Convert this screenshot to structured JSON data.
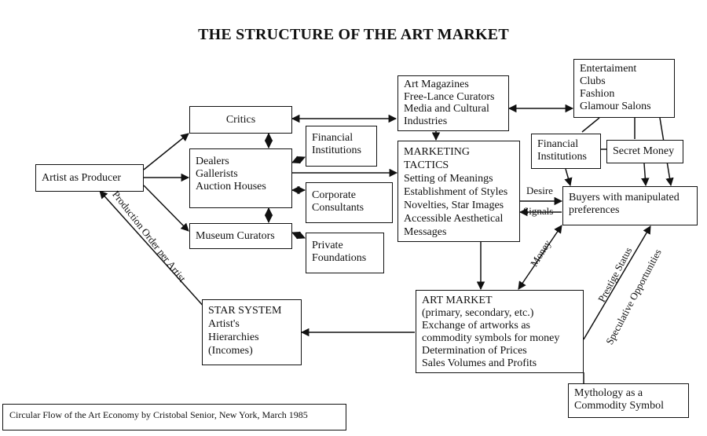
{
  "title": "THE STRUCTURE OF THE ART MARKET",
  "nodes": {
    "artist": [
      "Artist as Producer"
    ],
    "critics": [
      "Critics"
    ],
    "dealers": [
      "Dealers",
      "Gallerists",
      "Auction Houses"
    ],
    "museum": [
      "Museum Curators"
    ],
    "financial_left": [
      "Financial",
      "Institutions"
    ],
    "corporate": [
      "Corporate",
      "Consultants"
    ],
    "private": [
      "Private",
      "Foundations"
    ],
    "magazines": [
      "Art Magazines",
      "Free-Lance Curators",
      "Media and Cultural",
      "Industries"
    ],
    "entertainment": [
      "Entertaiment",
      "Clubs",
      "Fashion",
      "Glamour Salons"
    ],
    "marketing": [
      "MARKETING",
      "TACTICS",
      "Setting of Meanings",
      "Establishment of Styles",
      "Novelties, Star Images",
      "Accessible Aesthetical",
      "Messages"
    ],
    "financial_right": [
      "Financial",
      "Institutions"
    ],
    "secret": [
      "Secret Money"
    ],
    "buyers": [
      "Buyers with manipulated",
      "preferences"
    ],
    "art_market": [
      "ART MARKET",
      "(primary, secondary, etc.)",
      "Exchange of artworks as",
      "commodity symbols for money",
      "Determination of Prices",
      "Sales Volumes and Profits"
    ],
    "star": [
      "STAR SYSTEM",
      "Artist's",
      "Hierarchies",
      "(Incomes)"
    ],
    "mythology": [
      "Mythology as a",
      "Commodity Symbol"
    ]
  },
  "edge_labels": {
    "production": "Production Order per Artist",
    "desire": "Desire",
    "signals": "Signals",
    "money": "Money",
    "prestige": "Prestige Status",
    "speculative": "Speculative Opportunities"
  },
  "credit": "Circular Flow of the Art Economy by Cristobal Senior, New York, March 1985"
}
